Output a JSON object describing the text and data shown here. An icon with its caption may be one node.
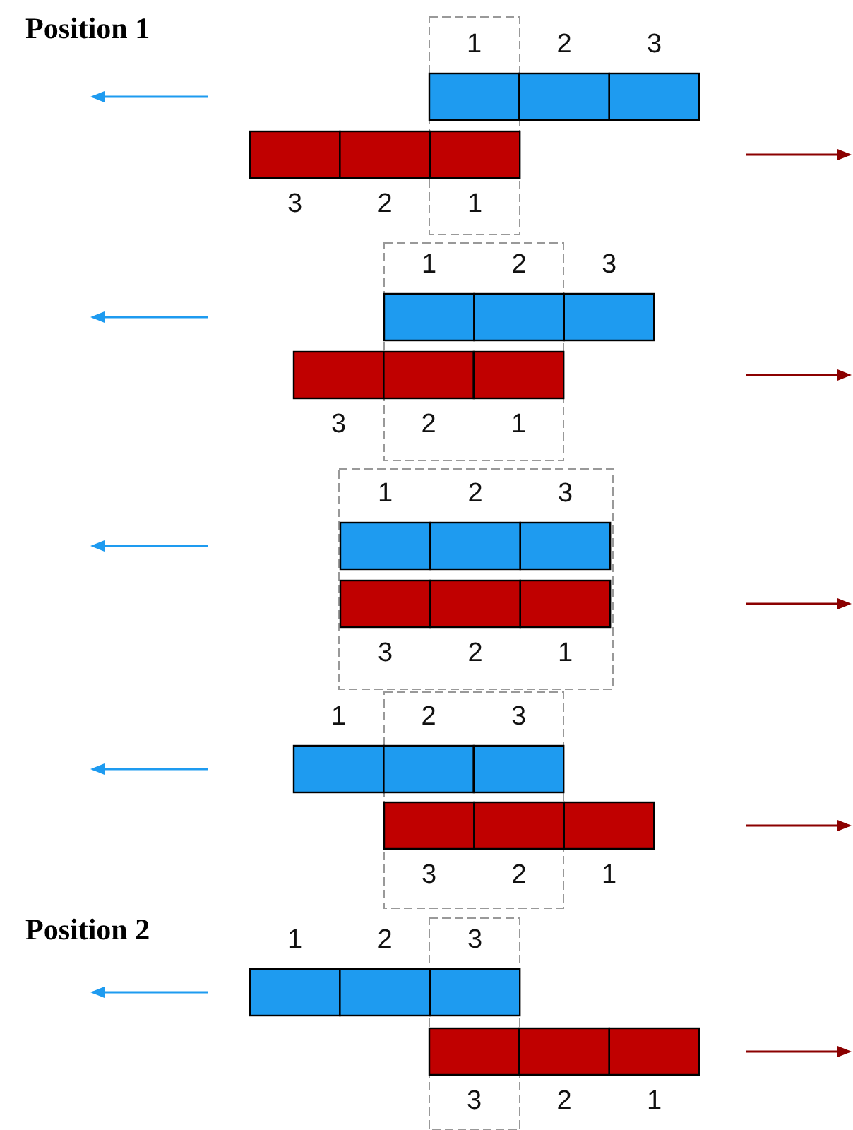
{
  "diagram": {
    "labels": [
      "Position 1",
      "1",
      "2",
      "3",
      "3",
      "2",
      "1",
      "1",
      "2",
      "3",
      "3",
      "2",
      "1",
      "1",
      "2",
      "3",
      "3",
      "2",
      "1",
      "1",
      "2",
      "3",
      "3",
      "2",
      "1",
      "Position 2",
      "1",
      "2",
      "3",
      "3",
      "2",
      "1"
    ]
  }
}
